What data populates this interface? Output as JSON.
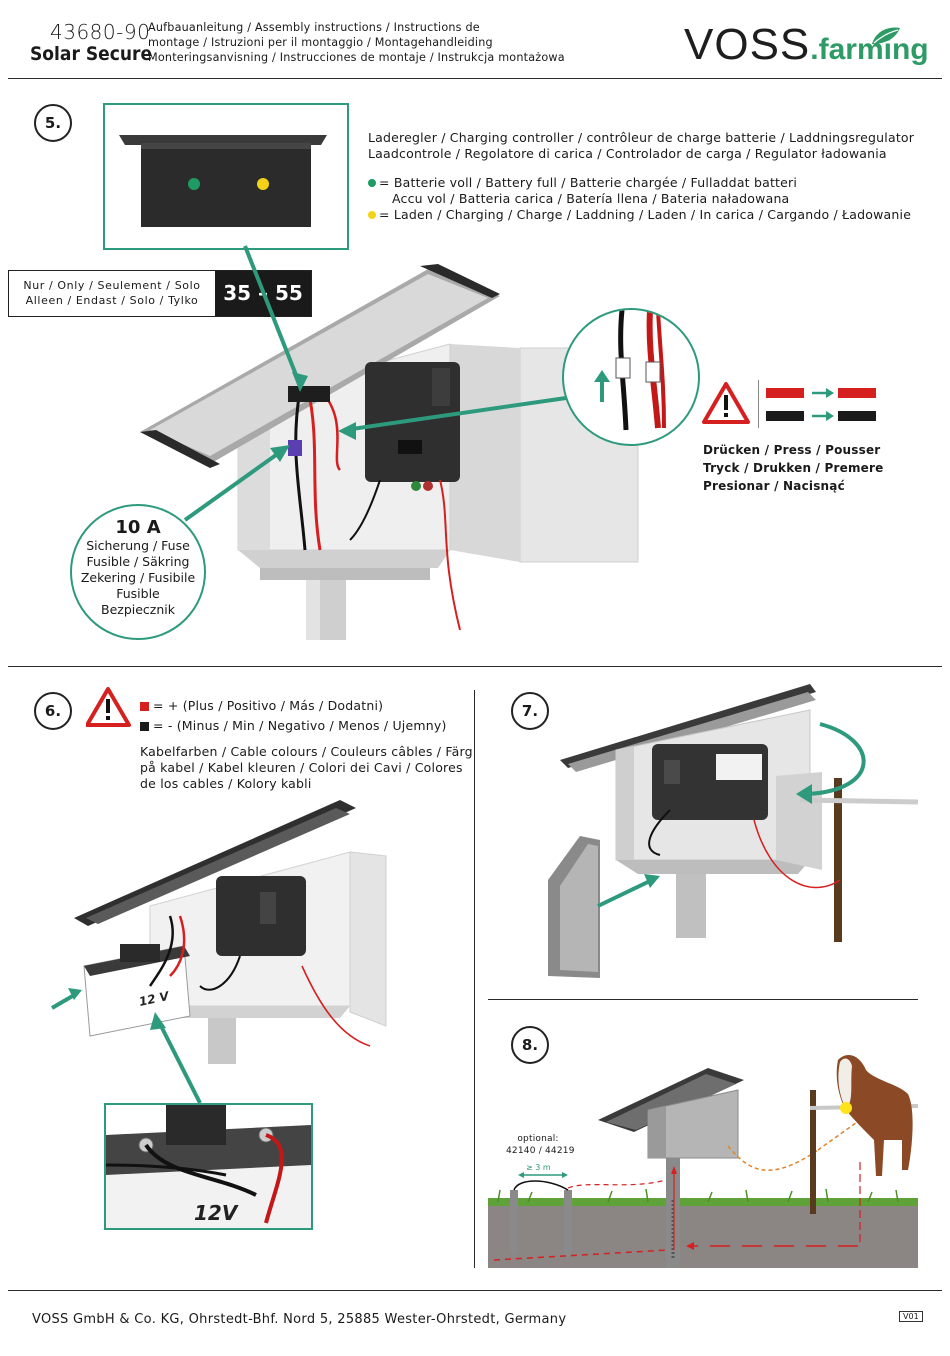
{
  "header": {
    "article_number": "43680-90",
    "product_name": "Solar Secure",
    "instructions_line1": "Aufbauanleitung / Assembly instructions / Instructions de",
    "instructions_line2": "montage / Istruzioni per il montaggio / Montagehandleiding",
    "instructions_line3": "Monteringsanvisning / Instrucciones de montaje / Instrukcja montażowa",
    "logo_main": "VOSS",
    "logo_suffix": ".farming"
  },
  "step5": {
    "number": "5.",
    "controller_line1": "Laderegler /  Charging controller /  contrôleur de charge batterie  /  Laddningsregulator",
    "controller_line2": "Laadcontrole / Regolatore di carica / Controlador de carga / Regulator ładowania",
    "green_line1": "= Batterie voll / Battery full / Batterie chargée / Fulladdat batteri",
    "green_line2": "Accu vol / Batteria carica / Batería llena / Bateria naładowana",
    "yellow_line": "= Laden / Charging / Charge / Laddning / Laden / In carica / Cargando / Ładowanie",
    "power_line1": "Nur / Only / Seulement / Solo",
    "power_line2": "Alleen / Endast / Solo / Tylko",
    "power_value": "35 – 55 W",
    "fuse_value": "10 A",
    "fuse_line1": "Sicherung / Fuse",
    "fuse_line2": "Fusible / Säkring",
    "fuse_line3": "Zekering / Fusibile",
    "fuse_line4": "Fusible",
    "fuse_line5": "Bezpiecznik",
    "press_line1": "Drücken / Press / Pousser",
    "press_line2": "Tryck / Drukken / Premere",
    "press_line3": "Presionar / Nacisnąć"
  },
  "step6": {
    "number": "6.",
    "plus_line": "= + (Plus / Positivo / Más / Dodatni)",
    "minus_line": "= - (Minus / Min / Negativo / Menos / Ujemny)",
    "cable_line1": "Kabelfarben / Cable colours / Couleurs câbles / Färg",
    "cable_line2": "på kabel / Kabel kleuren / Colori dei Cavi / Colores",
    "cable_line3": "de los cables / Kolory kabli",
    "battery_label": "12 V",
    "battery_label_zoom": "12V"
  },
  "step7": {
    "number": "7."
  },
  "step8": {
    "number": "8.",
    "optional_label": "optional:",
    "optional_codes": "42140 / 44219",
    "distance": "≥ 3 m"
  },
  "footer": {
    "address": "VOSS GmbH & Co. KG, Ohrstedt-Bhf. Nord 5, 25885 Wester-Ohrstedt, Germany",
    "version": "V01"
  },
  "colors": {
    "accent_green": "#2e9a7d",
    "led_green": "#1f9a62",
    "led_yellow": "#f3d21a",
    "cable_red": "#d62020",
    "warning_red": "#d62020"
  }
}
